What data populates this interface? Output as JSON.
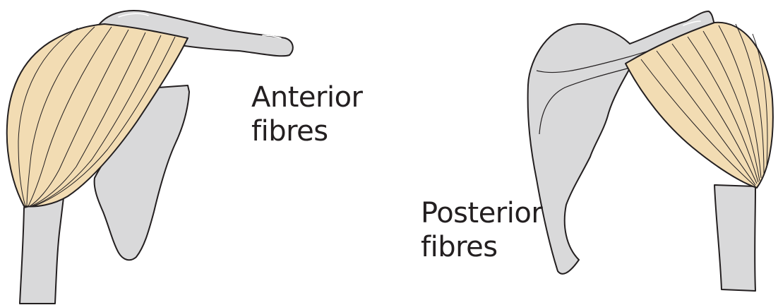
{
  "labels": {
    "anterior": [
      "Anterior",
      "fibres"
    ],
    "posterior": [
      "Posterior",
      "fibres"
    ]
  },
  "colors": {
    "muscle_fill": "#f2dcb3",
    "bone_fill": "#d9d9da",
    "outline": "#231f20"
  }
}
